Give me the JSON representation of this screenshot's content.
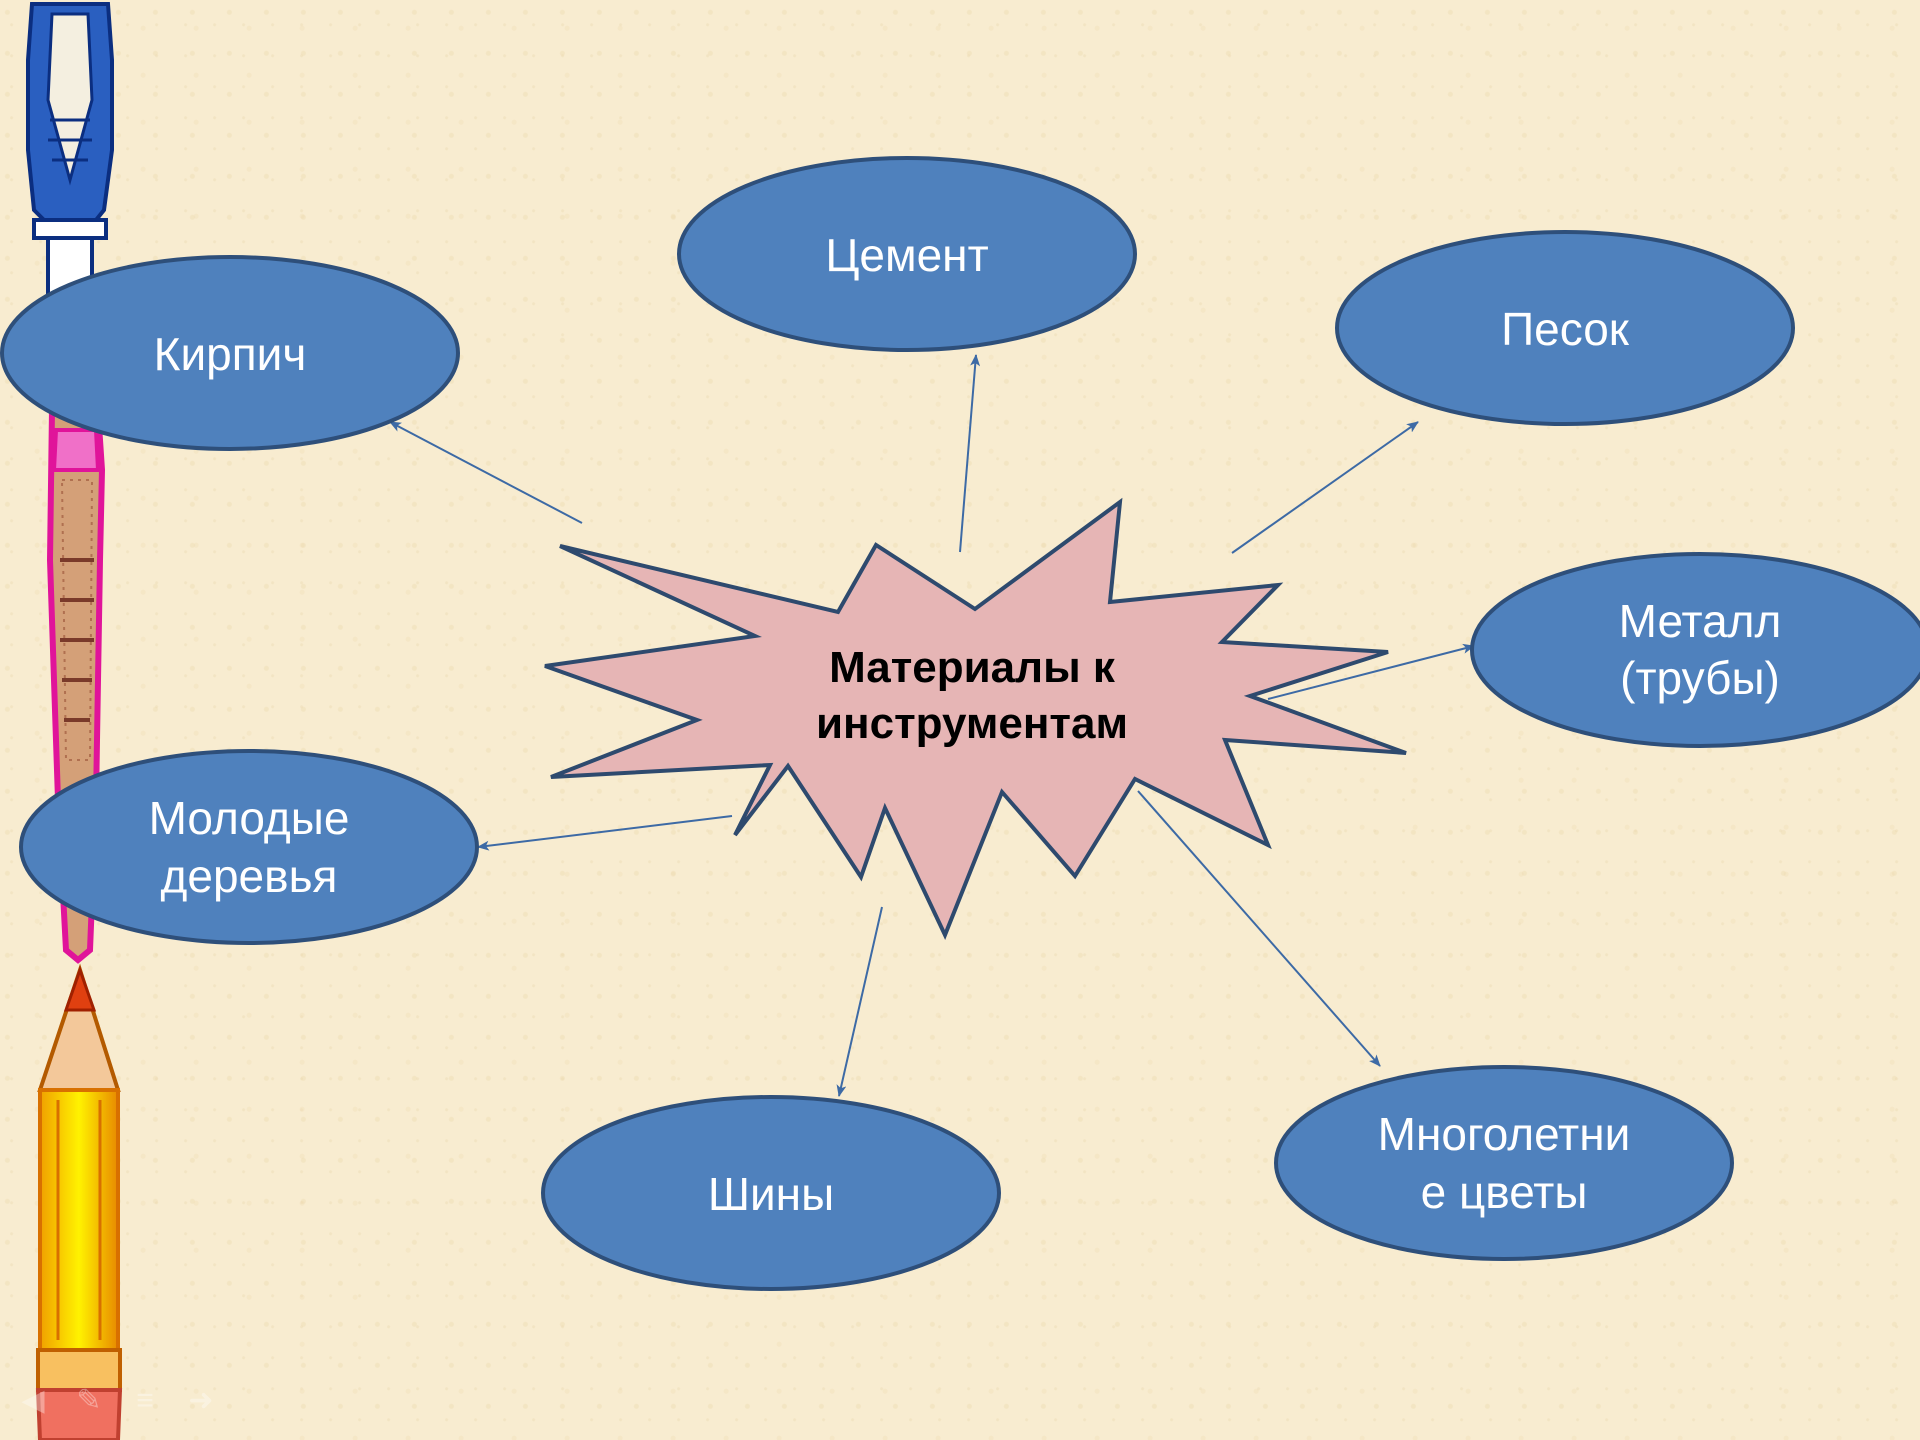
{
  "diagram": {
    "center": {
      "line1": "Материалы к",
      "line2": "инструментам"
    },
    "nodes": {
      "kirpich": "Кирпич",
      "cement": "Цемент",
      "pesok": "Песок",
      "metall_1": "Металл",
      "metall_2": "(трубы)",
      "derevya_1": "Молодые",
      "derevya_2": "деревья",
      "shiny": "Шины",
      "cvety_1": "Многолетни",
      "cvety_2": "е цветы"
    }
  },
  "colors": {
    "node_fill": "#4f81bd",
    "node_stroke": "#2e4f7a",
    "star_fill": "#e6b5b5",
    "star_stroke": "#2e4a6e",
    "arrow": "#3d6aa5",
    "background": "#f8ecd0"
  },
  "icons": [
    "screwdriver-icon",
    "brush-icon",
    "pencil-icon"
  ],
  "nav": {
    "prev": "◀",
    "edit": "✎",
    "menu": "≡",
    "next": "➜"
  }
}
